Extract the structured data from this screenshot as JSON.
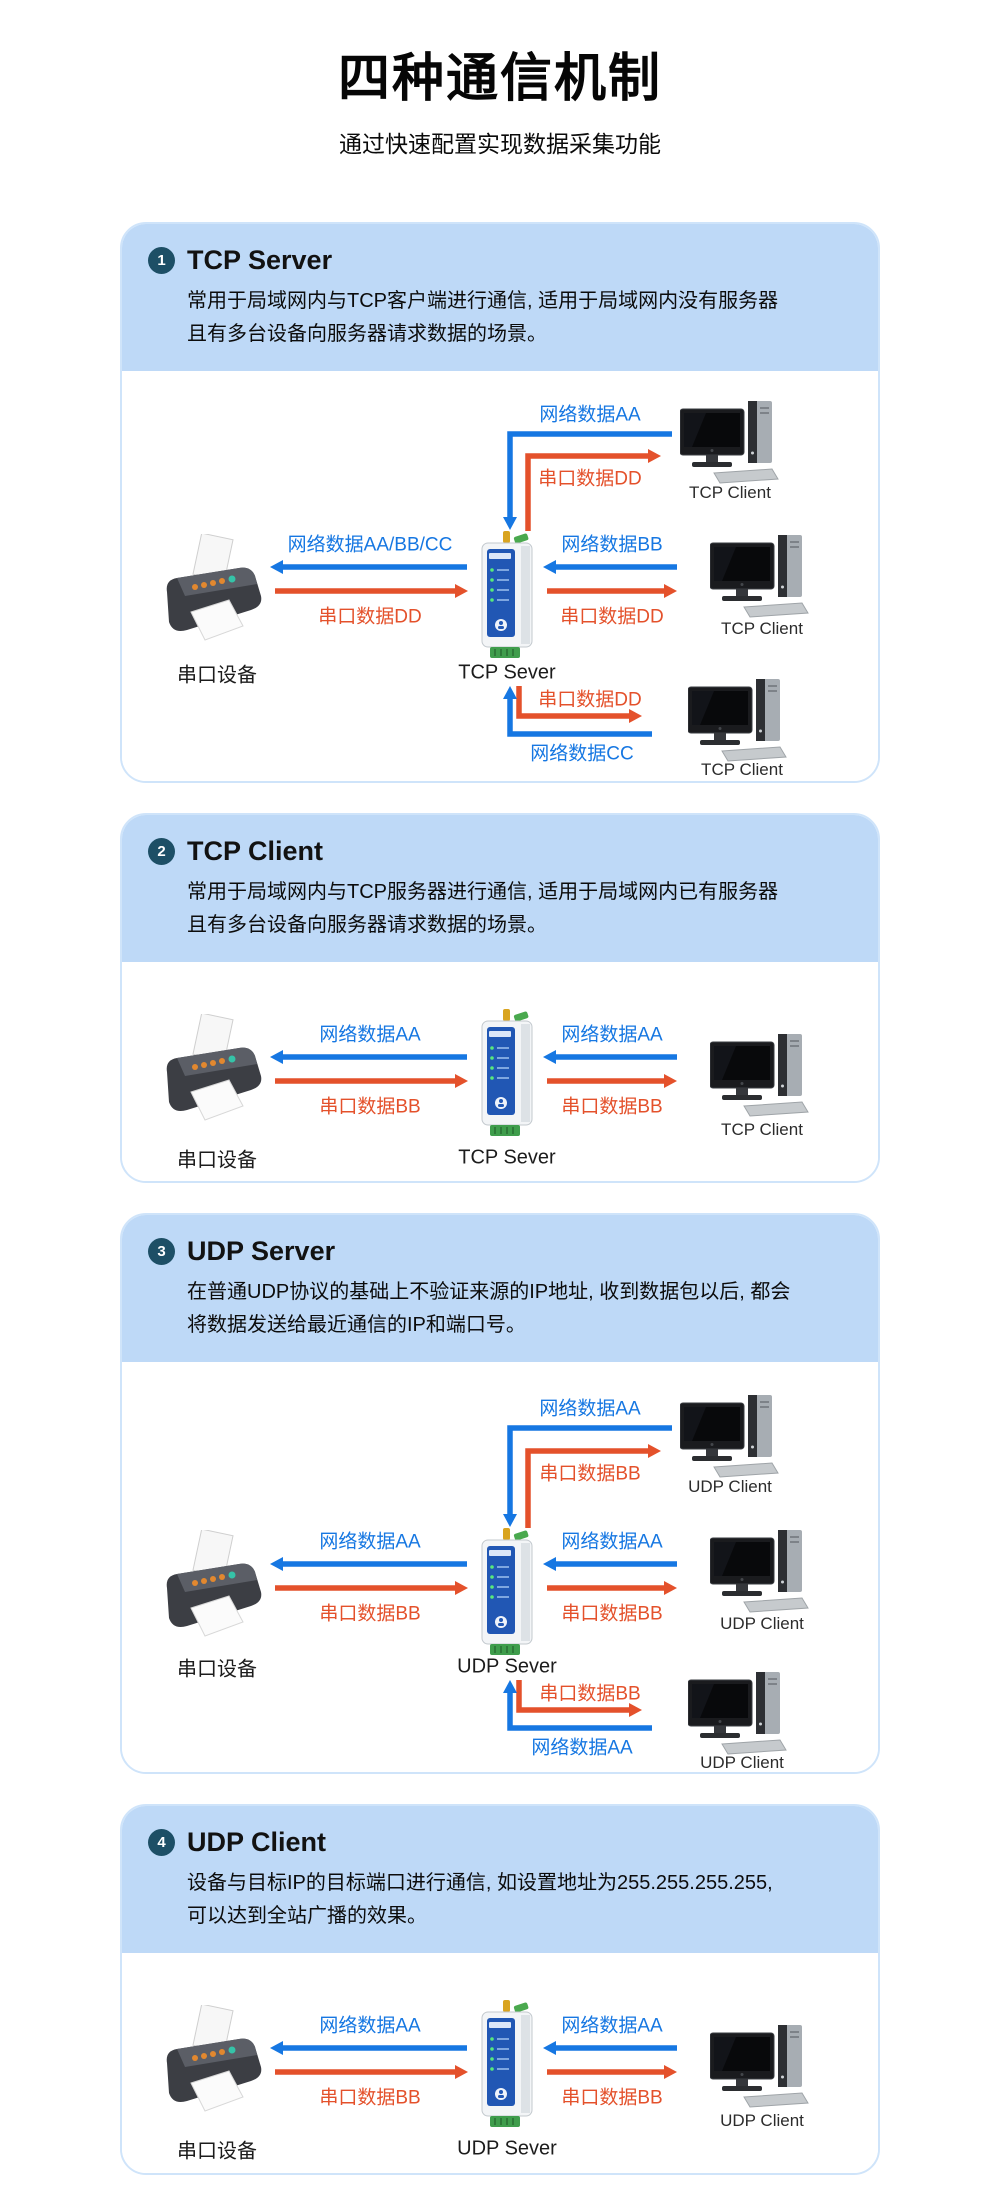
{
  "page": {
    "title": "四种通信机制",
    "subtitle": "通过快速配置实现数据采集功能"
  },
  "colors": {
    "accent_blue": "#1677e2",
    "accent_red": "#e4512b",
    "header_bg": "#bed9f7",
    "badge_bg": "#1d4f66"
  },
  "sections": [
    {
      "number": "1",
      "title": "TCP Server",
      "description": "常用于局域网内与TCP客户端进行通信, 适用于局域网内没有服务器且有多台设备向服务器请求数据的场景。",
      "labels": {
        "serial_device": "串口设备",
        "server": "TCP Sever",
        "client_top": "TCP Client",
        "client_mid": "TCP Client",
        "client_bottom": "TCP Client",
        "net_top": "网络数据AA",
        "serial_top": "串口数据DD",
        "net_left": "网络数据AA/BB/CC",
        "serial_left": "串口数据DD",
        "net_right": "网络数据BB",
        "serial_right": "串口数据DD",
        "serial_bottom": "串口数据DD",
        "net_bottom": "网络数据CC"
      }
    },
    {
      "number": "2",
      "title": "TCP Client",
      "description": "常用于局域网内与TCP服务器进行通信, 适用于局域网内已有服务器且有多台设备向服务器请求数据的场景。",
      "labels": {
        "serial_device": "串口设备",
        "server": "TCP Sever",
        "client_mid": "TCP Client",
        "net_left": "网络数据AA",
        "serial_left": "串口数据BB",
        "net_right": "网络数据AA",
        "serial_right": "串口数据BB"
      }
    },
    {
      "number": "3",
      "title": "UDP Server",
      "description": "在普通UDP协议的基础上不验证来源的IP地址, 收到数据包以后, 都会将数据发送给最近通信的IP和端口号。",
      "labels": {
        "serial_device": "串口设备",
        "server": "UDP Sever",
        "client_top": "UDP Client",
        "client_mid": "UDP Client",
        "client_bottom": "UDP Client",
        "net_top": "网络数据AA",
        "serial_top": "串口数据BB",
        "net_left": "网络数据AA",
        "serial_left": "串口数据BB",
        "net_right": "网络数据AA",
        "serial_right": "串口数据BB",
        "serial_bottom": "串口数据BB",
        "net_bottom": "网络数据AA"
      }
    },
    {
      "number": "4",
      "title": "UDP Client",
      "description": "设备与目标IP的目标端口进行通信, 如设置地址为255.255.255.255, 可以达到全站广播的效果。",
      "labels": {
        "serial_device": "串口设备",
        "server": "UDP Sever",
        "client_mid": "UDP Client",
        "net_left": "网络数据AA",
        "serial_left": "串口数据BB",
        "net_right": "网络数据AA",
        "serial_right": "串口数据BB"
      }
    }
  ]
}
